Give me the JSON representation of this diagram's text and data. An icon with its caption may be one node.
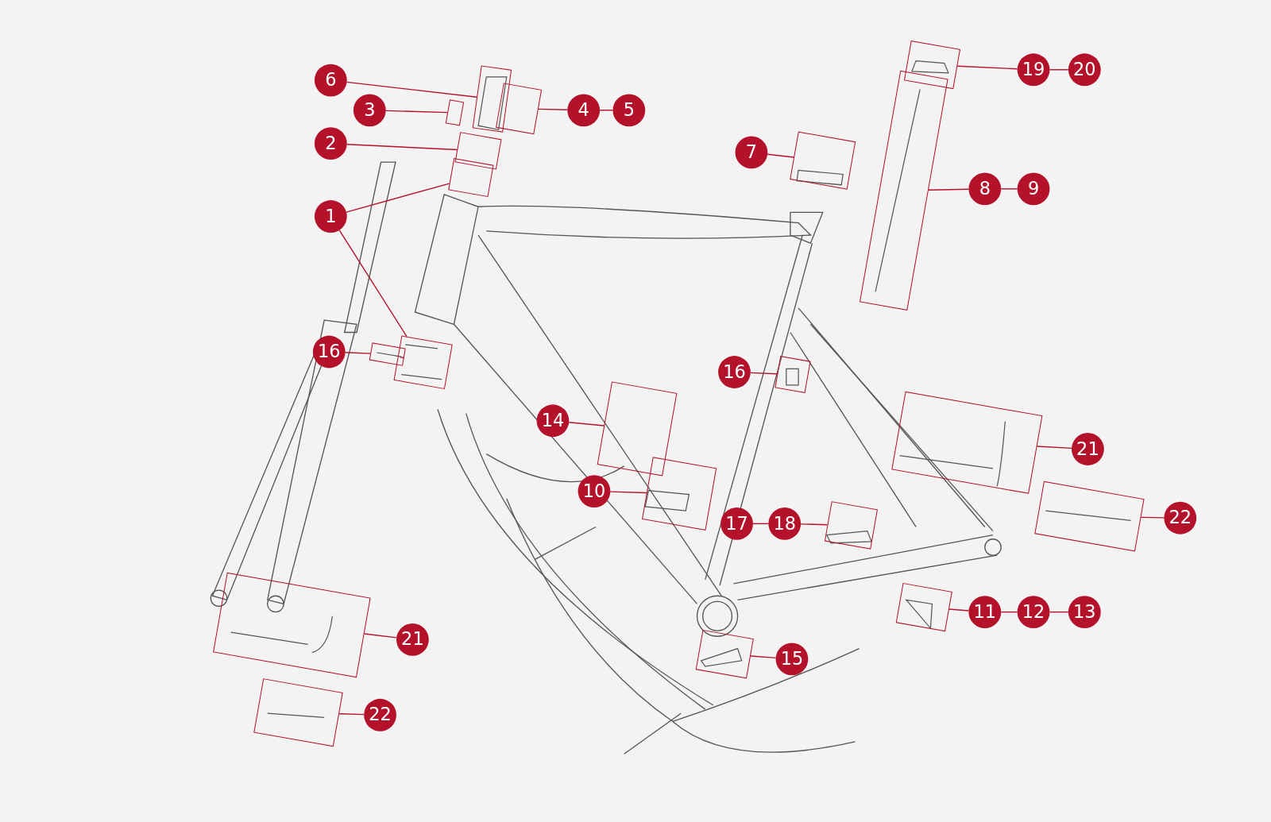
{
  "diagram": {
    "nodes": [
      {
        "text": [
          "6"
        ]
      },
      {
        "text": [
          "3"
        ]
      },
      {
        "text": [
          "4"
        ]
      },
      {
        "text": [
          "5"
        ]
      },
      {
        "text": [
          "2"
        ]
      },
      {
        "text": [
          "7"
        ]
      },
      {
        "text": [
          "19"
        ]
      },
      {
        "text": [
          "20"
        ]
      },
      {
        "text": [
          "8"
        ]
      },
      {
        "text": [
          "9"
        ]
      },
      {
        "text": [
          "1"
        ]
      },
      {
        "text": [
          "16"
        ]
      },
      {
        "text": [
          "16"
        ]
      },
      {
        "text": [
          "14"
        ]
      },
      {
        "text": [
          "21"
        ]
      },
      {
        "text": [
          "10"
        ]
      },
      {
        "text": [
          "22"
        ]
      },
      {
        "text": [
          "17"
        ]
      },
      {
        "text": [
          "18"
        ]
      },
      {
        "text": [
          "11"
        ]
      },
      {
        "text": [
          "12"
        ]
      },
      {
        "text": [
          "13"
        ]
      },
      {
        "text": [
          "21"
        ]
      },
      {
        "text": [
          "15"
        ]
      },
      {
        "text": [
          "22"
        ]
      },
      {
        "text": [],
        "shape": "box"
      },
      {
        "text": [],
        "shape": "box"
      },
      {
        "text": [],
        "shape": "box"
      },
      {
        "text": [],
        "shape": "box"
      },
      {
        "text": [],
        "shape": "box"
      },
      {
        "text": [],
        "shape": "box"
      },
      {
        "text": [],
        "shape": "box"
      },
      {
        "text": [],
        "shape": "box"
      },
      {
        "text": [],
        "shape": "box"
      },
      {
        "text": [],
        "shape": "box"
      },
      {
        "text": [],
        "shape": "box"
      },
      {
        "text": [],
        "shape": "box"
      },
      {
        "text": [],
        "shape": "box"
      },
      {
        "text": [],
        "shape": "box"
      },
      {
        "text": [],
        "shape": "box"
      },
      {
        "text": [],
        "shape": "box"
      },
      {
        "text": [],
        "shape": "box"
      },
      {
        "text": [],
        "shape": "box"
      },
      {
        "text": [],
        "shape": "box"
      },
      {
        "text": [],
        "shape": "box"
      }
    ],
    "edges": [
      {
        "from": 0,
        "to": 25,
        "arrow": "none"
      },
      {
        "from": 1,
        "to": 26,
        "arrow": "none"
      },
      {
        "from": 2,
        "to": 27,
        "arrow": "none"
      },
      {
        "from": 2,
        "to": 3,
        "arrow": "none"
      },
      {
        "from": 4,
        "to": 28,
        "arrow": "none"
      },
      {
        "from": 5,
        "to": 32,
        "arrow": "none"
      },
      {
        "from": 6,
        "to": 33,
        "arrow": "none"
      },
      {
        "from": 6,
        "to": 7,
        "arrow": "none"
      },
      {
        "from": 8,
        "to": 34,
        "arrow": "none"
      },
      {
        "from": 8,
        "to": 9,
        "arrow": "none"
      },
      {
        "from": 10,
        "to": 29,
        "arrow": "none"
      },
      {
        "from": 10,
        "to": 30,
        "arrow": "none"
      },
      {
        "from": 11,
        "to": 31,
        "arrow": "none"
      },
      {
        "from": 31,
        "to": 30,
        "arrow": "none",
        "style": "dashed"
      },
      {
        "from": 12,
        "to": 35,
        "arrow": "none"
      },
      {
        "from": 13,
        "to": 36,
        "arrow": "none"
      },
      {
        "from": 14,
        "to": 38,
        "arrow": "none"
      },
      {
        "from": 15,
        "to": 37,
        "arrow": "none"
      },
      {
        "from": 16,
        "to": 39,
        "arrow": "none"
      },
      {
        "from": 17,
        "to": 18,
        "arrow": "none"
      },
      {
        "from": 18,
        "to": 40,
        "arrow": "none"
      },
      {
        "from": 19,
        "to": 41,
        "arrow": "none"
      },
      {
        "from": 19,
        "to": 20,
        "arrow": "none"
      },
      {
        "from": 20,
        "to": 21,
        "arrow": "none"
      },
      {
        "from": 22,
        "to": 42,
        "arrow": "none"
      },
      {
        "from": 23,
        "to": 43,
        "arrow": "none"
      },
      {
        "from": 24,
        "to": 44,
        "arrow": "none"
      }
    ]
  }
}
